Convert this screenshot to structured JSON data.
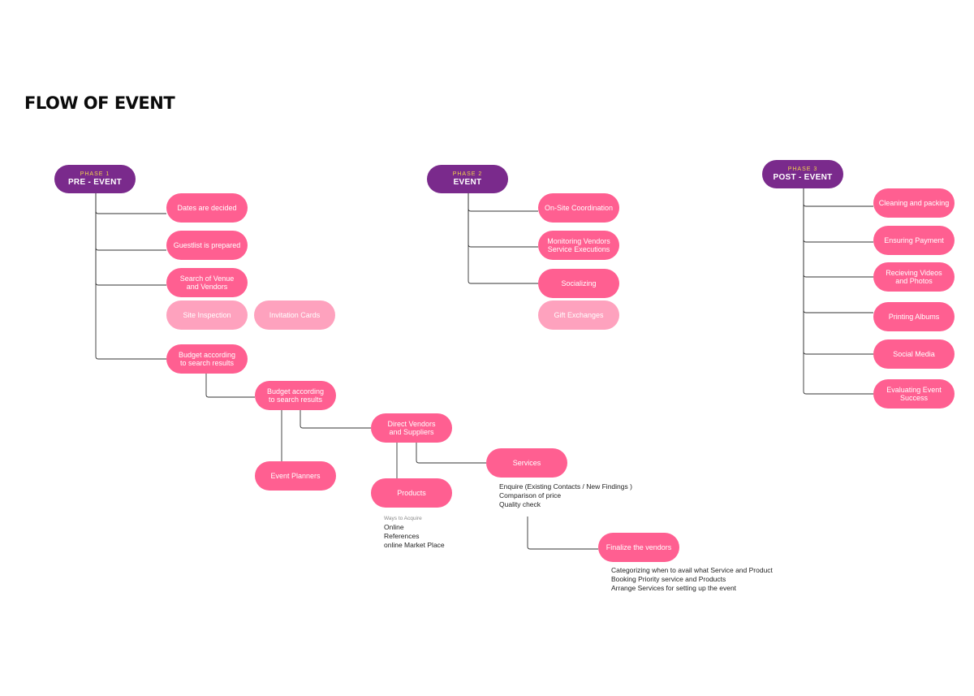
{
  "title": "FLOW OF EVENT",
  "colors": {
    "phase": "#7a2a8c",
    "phase_label": "#f2d54b",
    "node": "#ff5f91",
    "node_light": "#fea2be",
    "line": "#333333"
  },
  "phases": [
    {
      "label": "PHASE 1",
      "name": "PRE - EVENT"
    },
    {
      "label": "PHASE 2",
      "name": "EVENT"
    },
    {
      "label": "PHASE 3",
      "name": "POST - EVENT"
    }
  ],
  "nodes": {
    "dates": "Dates are decided",
    "guestlist": "Guestlist is prepared",
    "search": "Search of Venue\nand Vendors",
    "site": "Site Inspection",
    "invitation": "Invitation Cards",
    "budget1": "Budget according\nto search results",
    "budget2": "Budget according\nto search results",
    "planners": "Event Planners",
    "direct": "Direct Vendors\nand Suppliers",
    "products": "Products",
    "services": "Services",
    "finalize": "Finalize the vendors",
    "onsite": "On-Site Coordination",
    "monitoring": "Monitoring Vendors\nService Executions",
    "socializing": "Socializing",
    "gifts": "Gift Exchanges",
    "cleaning": "Cleaning and packing",
    "payment": "Ensuring Payment",
    "videos": "Recieving Videos\nand Photos",
    "albums": "Printing Albums",
    "social": "Social Media",
    "evaluating": "Evaluating Event\nSuccess"
  },
  "notes": {
    "services": [
      "Enquire (Existing Contacts / New Findings )",
      "Comparison of price",
      "Quality check"
    ],
    "products_caption": "Ways to Acquire",
    "products": [
      "Online",
      "References",
      "online Market Place"
    ],
    "finalize": [
      "Categorizing when to avail what Service and Product",
      "Booking Priority service and Products",
      "Arrange Services for setting up the event"
    ]
  }
}
